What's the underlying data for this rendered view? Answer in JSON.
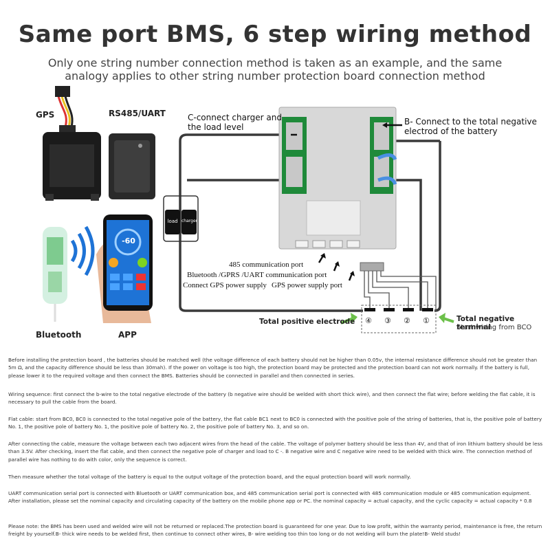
{
  "header": {
    "title": "Same port BMS, 6 step wiring method",
    "subtitle_line1": "Only one string number connection method is taken as an example, and the same",
    "subtitle_line2": "analogy applies to other string number protection board connection method"
  },
  "devices": {
    "gps": "GPS",
    "rs485": "RS485/UART",
    "bluetooth": "Bluetooth",
    "app": "APP",
    "app_reading": "-60"
  },
  "labels": {
    "c_connect_line1": "C-connect charger and",
    "c_connect_line2": "the load level",
    "b_connect_line1": "B- Connect to the total negative",
    "b_connect_line2": "electrod of  the battery",
    "port_485": "485 communication port",
    "port_bt": "Bluetooth /GPRS /UART communication port",
    "port_gps_supply": "Connect GPS power supply",
    "port_gps": "GPS power supply port",
    "total_positive": "Total positive electrode",
    "total_negative": "Total negative terminal",
    "start_wiring": "Start wiring from BCO",
    "load": "load",
    "charger": "charger",
    "connectors": [
      "④",
      "③",
      "②",
      "①"
    ]
  },
  "paragraphs": [
    "Before installing the protection board , the batteries should be matched well (the voltage difference of each battery should not be higher than 0.05v, the internal resistance difference should not be greater than 5m Ω, and the capacity difference should be less than 30mah). If the power on voltage is too high, the protection board may be protected and the protection board can not work normally. If the battery is full, please lower it to the required voltage and then connect the BMS. Batteries should be connected in parallel and then connected in series.",
    "Wiring sequence: first connect the b-wire to the total negative electrode of the battery (b negative wire should be welded with short thick wire), and then connect the flat wire; before welding the flat cable, it is necessary to pull the cable from the board.",
    "Flat cable: start from BC0, BC0 is connected to the total negative pole of the battery, the flat cable BC1 next to BC0 is connected with the positive pole of the string of batteries, that is, the positive pole of battery No. 1, the positive pole of battery No. 1, the positive pole of battery No. 2, the positive pole of battery No. 3, and so on.",
    "After connecting the cable, measure the voltage between each two adjacent wires from the head of the cable. The voltage of polymer battery should be less than 4V, and that of iron lithium battery should be less than 3.5V. After checking, insert the flat cable, and then connect the negative pole of charger and load to C -. B negative wire and C negative wire need to be welded with thick wire. The connection method of parallel wire has nothing to do with color, only the sequence is correct.",
    "Then measure whether the total voltage of the battery is equal to the output voltage of the protection board, and the equal protection board will work normally.",
    "UART communication serial port is connected with Bluetooth or UART communication box, and 485 communication serial port is connected with 485 communication module or 485 communication equipment. After installation, please set the nominal capacity and circulating capacity of the battery on the mobile phone app or PC. the nominal capacity = actual capacity, and the cyclic capacity = actual capacity * 0.8",
    "Please note: the BMS has been used and welded wire will not be returned or replaced.The protection board is guaranteed for one year. Due to low profit, within the warranty period, maintenance is free, the return freight by yourself.B- thick wire needs to be welded first, then continue to connect other wires, B- wire welding too thin too long or do not welding will burn the plate!B- Weld studs!"
  ],
  "colors": {
    "wire": "#3a3a3a",
    "board": "#d8d8d8",
    "pcb_green": "#1f8a3a",
    "arrow_green": "#6cc04a",
    "phone_blue": "#1e73d6"
  }
}
